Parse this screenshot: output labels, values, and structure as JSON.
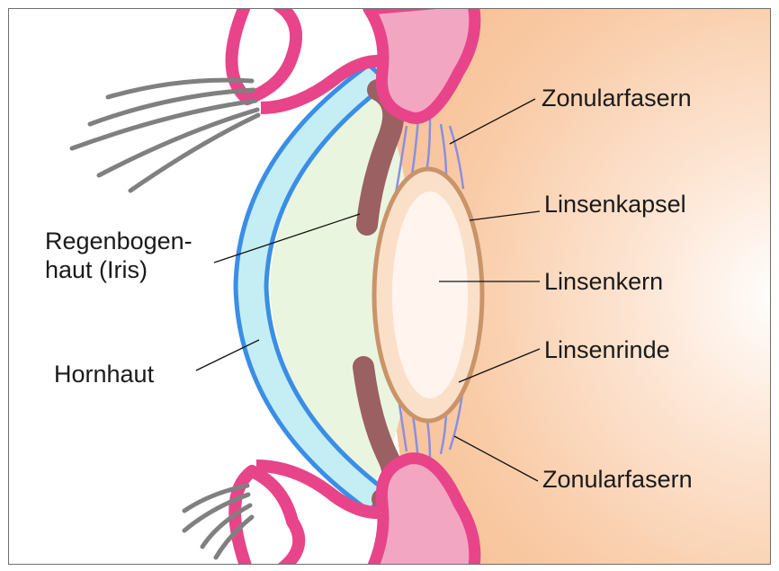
{
  "labels": {
    "zonular_top": "Zonularfasern",
    "linsenkapsel": "Linsenkapsel",
    "linsenkern": "Linsenkern",
    "linsenrinde": "Linsenrinde",
    "zonular_bottom": "Zonularfasern",
    "iris_line1": "Regenbogen-",
    "iris_line2": "haut (Iris)",
    "hornhaut": "Hornhaut"
  },
  "colors": {
    "background": "#ffffff",
    "frame": "#6e6e6e",
    "vitreous_base": "#f7c49c",
    "cornea_fill": "#c4eef4",
    "cornea_outline": "#3a8ee6",
    "anterior_chamber": "#eaf5df",
    "iris": "#9b6062",
    "lid_pink": "#e8448a",
    "lid_light": "#f2a6c2",
    "lens_capsule": "#c9946a",
    "lens_cortex": "#fbe0c9",
    "lens_nucleus": "#fff5ee",
    "zonule": "#8a8fe0",
    "lashes": "#808080",
    "pointer_line": "#111111"
  }
}
